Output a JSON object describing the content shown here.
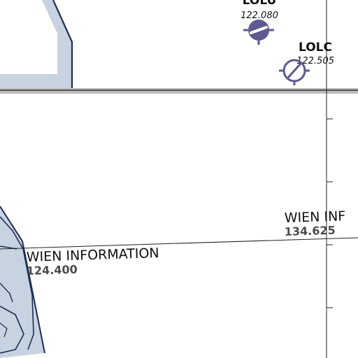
{
  "colors": {
    "background": "#ffffff",
    "airspace_fill": "#c7d3e1",
    "airspace_border": "#1c2e55",
    "boundary_halo": "#bdbdbd",
    "boundary_line": "#333333",
    "airfield": "#5e5a90",
    "text": "#111111",
    "freq_text": "#4a4a4a"
  },
  "airfields": [
    {
      "ident": "LOLU",
      "frequency": "122.080",
      "icon": "airfield-paved-runway-icon"
    },
    {
      "ident": "LOLC",
      "frequency": "122.505",
      "icon": "airfield-grass-runway-icon"
    }
  ],
  "fir_labels": [
    {
      "name": "WIEN INFORMATION",
      "frequency": "124.400"
    },
    {
      "name": "WIEN INF",
      "frequency": "134.625"
    }
  ]
}
